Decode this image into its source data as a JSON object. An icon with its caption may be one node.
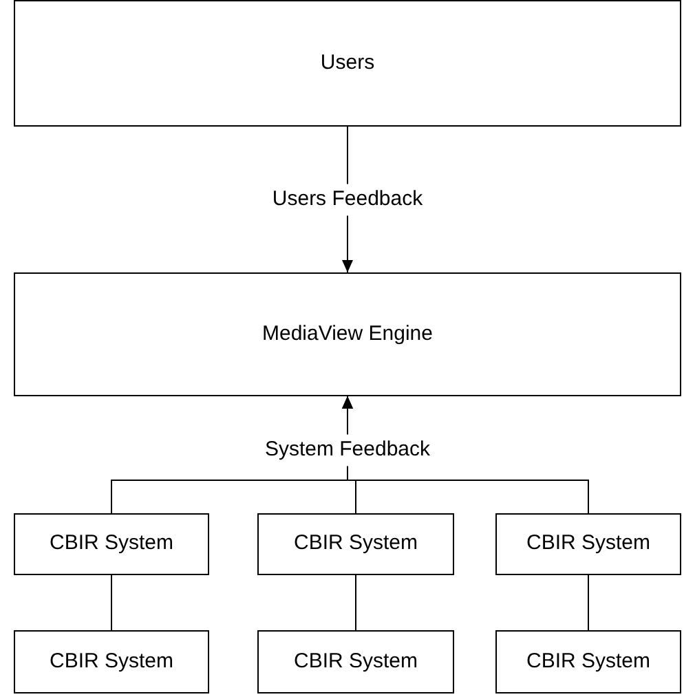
{
  "diagram": {
    "nodes": [
      {
        "text": [
          "Users"
        ]
      },
      {
        "text": [
          "MediaView Engine"
        ]
      },
      {
        "text": [
          "CBIR System"
        ]
      },
      {
        "text": [
          "CBIR System"
        ]
      },
      {
        "text": [
          "CBIR System"
        ]
      },
      {
        "text": [
          "CBIR System"
        ]
      },
      {
        "text": [
          "CBIR System"
        ]
      },
      {
        "text": [
          "CBIR System"
        ]
      }
    ],
    "edges": [
      {
        "from": 0,
        "to": 1,
        "arrow": "to",
        "label": "Users Feedback"
      },
      {
        "from": 2,
        "to": 1,
        "arrow": "to"
      },
      {
        "from": 3,
        "to": 1,
        "arrow": "to",
        "label": "System Feedback"
      },
      {
        "from": 4,
        "to": 1,
        "arrow": "to"
      },
      {
        "from": 2,
        "to": 5,
        "arrow": "none"
      },
      {
        "from": 3,
        "to": 6,
        "arrow": "none"
      },
      {
        "from": 4,
        "to": 7,
        "arrow": "none"
      }
    ]
  }
}
